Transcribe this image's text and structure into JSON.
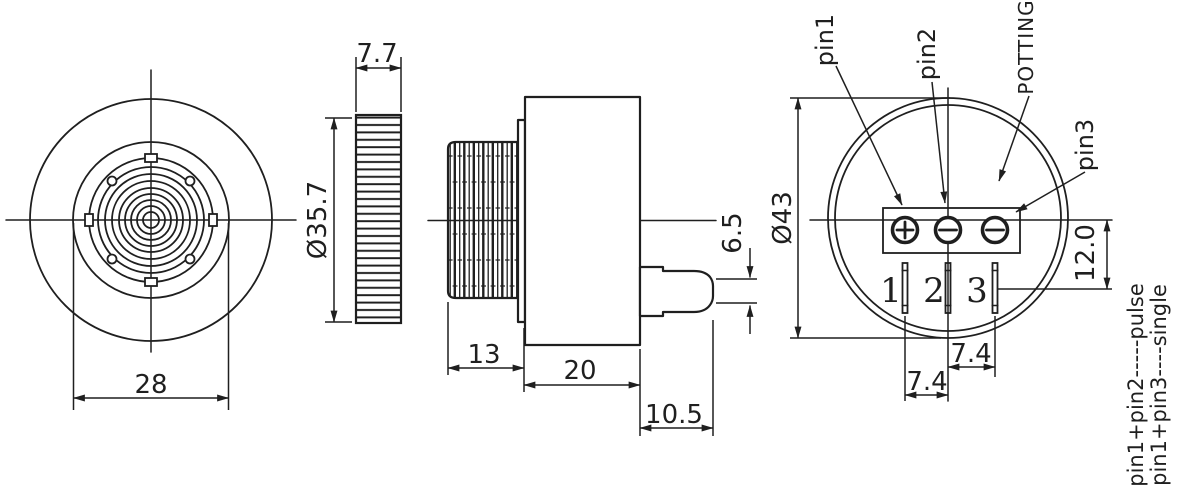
{
  "colors": {
    "background": "#ffffff",
    "ink": "#1f1f1f"
  },
  "front_view": {
    "dim_outer": "28"
  },
  "knob_view": {
    "dim_thickness": "7.7",
    "dim_diameter": "Ø35.7"
  },
  "side_view": {
    "dim_thread_length": "13",
    "dim_body_length": "20",
    "dim_nozzle_length": "10.5",
    "dim_tip_diameter": "6.5"
  },
  "rear_view": {
    "dim_diameter": "Ø43",
    "dim_lead_length": "12.0",
    "dim_pitch_right": "7.4",
    "dim_pitch_left": "7.4",
    "label_pin1": "pin1",
    "label_pin2": "pin2",
    "label_pin3": "pin3",
    "label_potting": "POTTING",
    "lead_numbers": [
      "1",
      "2",
      "3"
    ]
  },
  "notes": {
    "pulse": "pin1+pin2-----pulse",
    "single": "pin1+pin3----single"
  }
}
